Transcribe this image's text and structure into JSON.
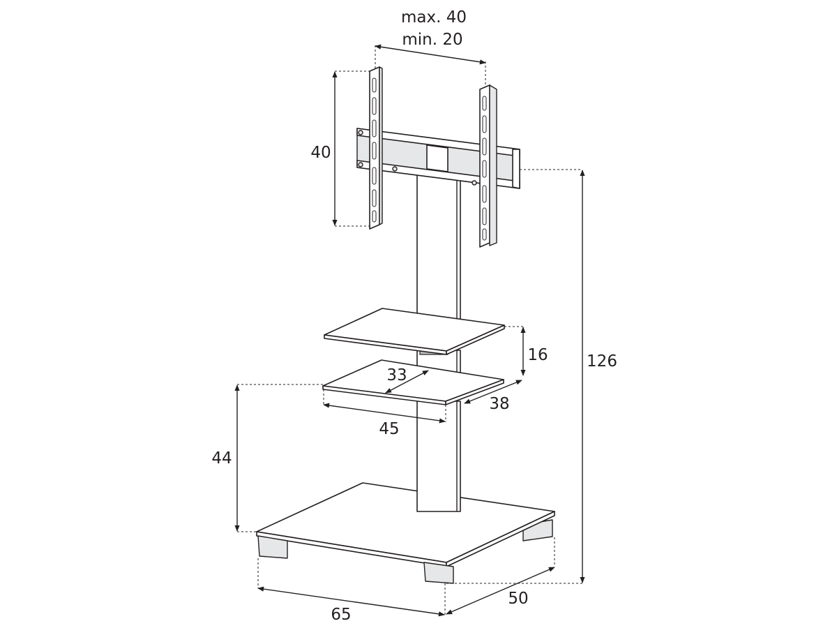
{
  "dimensions": {
    "vesa_width_max": "max. 40",
    "vesa_width_min": "min. 20",
    "vesa_height": "40",
    "total_height": "126",
    "shelf_gap": "16",
    "shelf_depth_inner": "33",
    "shelf_depth": "38",
    "shelf_width": "45",
    "lower_shelf_height": "44",
    "base_width": "65",
    "base_depth": "50"
  }
}
